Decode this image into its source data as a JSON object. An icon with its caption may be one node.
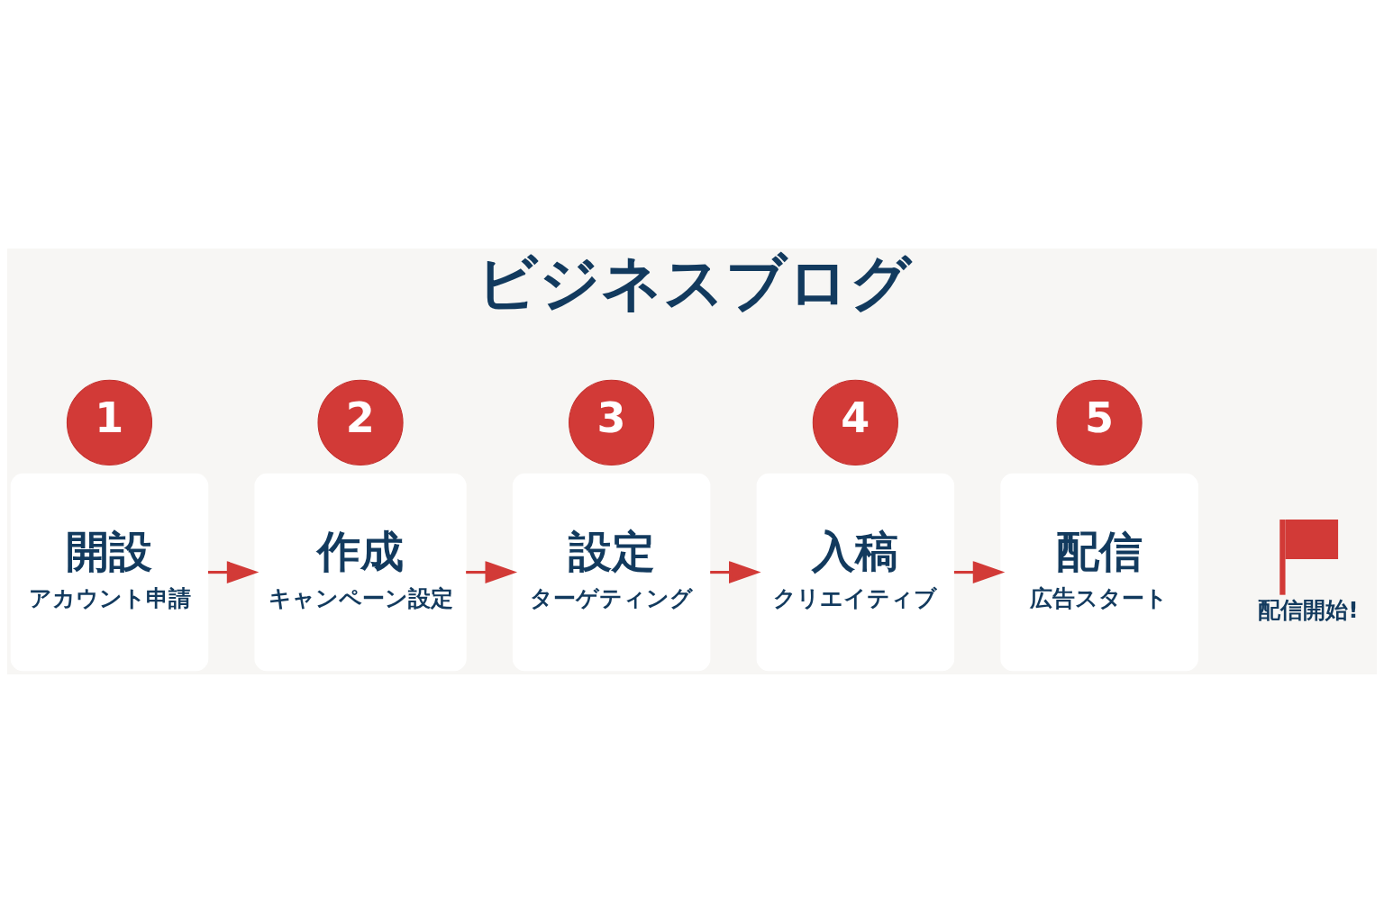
{
  "diagram": {
    "title": "ビジネスブログ",
    "nodes": [
      {
        "text": [
          "1"
        ]
      },
      {
        "text": [
          "開設",
          "アカウント申請"
        ]
      },
      {
        "text": [
          "2"
        ]
      },
      {
        "text": [
          "作成",
          "キャンペーン設定"
        ]
      },
      {
        "text": [
          "3"
        ]
      },
      {
        "text": [
          "設定",
          "ターゲティング"
        ]
      },
      {
        "text": [
          "4"
        ]
      },
      {
        "text": [
          "入稿",
          "クリエイティブ"
        ]
      },
      {
        "text": [
          "5"
        ]
      },
      {
        "text": [
          "配信",
          "広告スタート"
        ]
      },
      {
        "text": [],
        "shape": "picture",
        "beside": [
          "配信開始!"
        ]
      }
    ],
    "edges": [
      {
        "from": 1,
        "to": 3,
        "arrow": "to"
      },
      {
        "from": 3,
        "to": 5,
        "arrow": "to"
      },
      {
        "from": 5,
        "to": 7,
        "arrow": "to"
      },
      {
        "from": 7,
        "to": 9,
        "arrow": "to"
      }
    ]
  }
}
